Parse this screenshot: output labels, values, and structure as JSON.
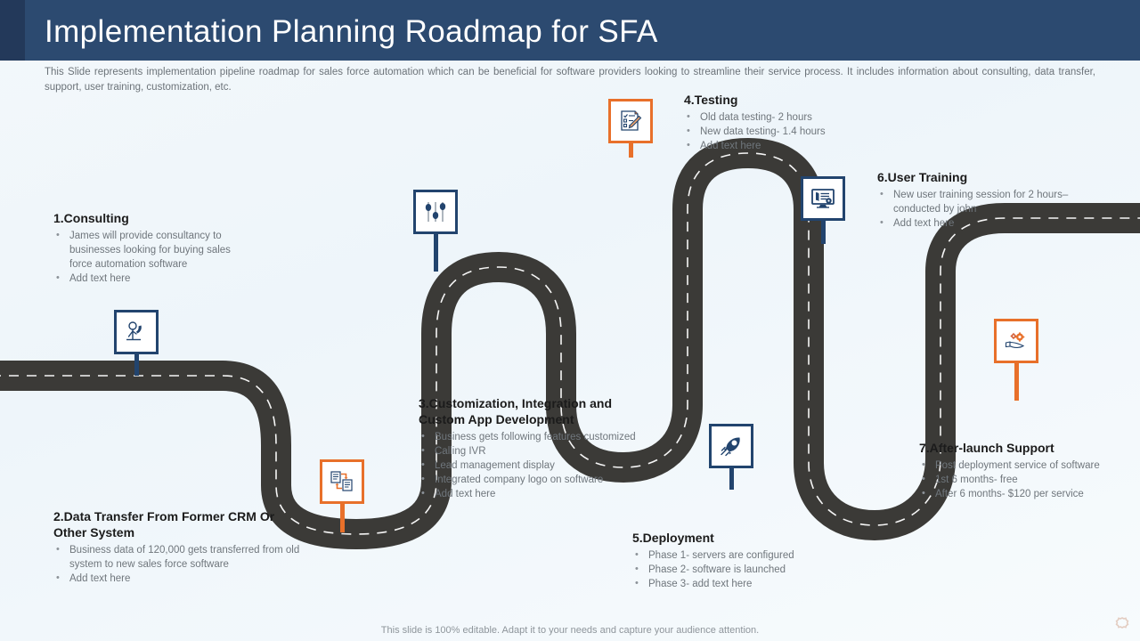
{
  "header": {
    "title": "Implementation Planning Roadmap for SFA",
    "subtitle": "This Slide represents implementation pipeline roadmap for sales force automation which can be beneficial for software providers looking to streamline their service process. It includes information about consulting, data transfer, support, user training, customization, etc."
  },
  "colors": {
    "header_band": "#2c4a70",
    "navy": "#22446e",
    "orange": "#e8702a",
    "road": "#3b3a37",
    "lane_line": "#ffffff",
    "body_text": "#6f767c",
    "title_text": "#1b1b1b",
    "background": "#f1f7fb"
  },
  "steps": [
    {
      "id": "consulting",
      "title": "1.Consulting",
      "icon": "person-phone-icon",
      "marker_color": "navy",
      "bullets": [
        "James will provide consultancy to businesses looking for buying sales force automation software",
        "Add text here"
      ]
    },
    {
      "id": "data-transfer",
      "title": "2.Data Transfer From Former CRM Or Other System",
      "icon": "document-transfer-icon",
      "marker_color": "orange",
      "bullets": [
        "Business data of 120,000 gets transferred from old system to new sales force software",
        "Add text here"
      ]
    },
    {
      "id": "customization",
      "title": "3.Customization, Integration and Custom App Development",
      "icon": "sliders-icon",
      "marker_color": "navy",
      "bullets": [
        "Business gets following features customized",
        "Calling IVR",
        "Lead management display",
        "Integrated company logo on software",
        "Add text here"
      ]
    },
    {
      "id": "testing",
      "title": "4.Testing",
      "icon": "checklist-pencil-icon",
      "marker_color": "orange",
      "bullets": [
        "Old data testing- 2 hours",
        "New data testing- 1.4 hours",
        "Add text here"
      ]
    },
    {
      "id": "deployment",
      "title": "5.Deployment",
      "icon": "rocket-icon",
      "marker_color": "navy",
      "bullets": [
        "Phase 1- servers are configured",
        "Phase 2- software is launched",
        "Phase 3- add text here"
      ]
    },
    {
      "id": "user-training",
      "title": "6.User Training",
      "icon": "monitor-training-icon",
      "marker_color": "navy",
      "bullets": [
        "New user training  session for 2 hours– conducted by john",
        "Add text here"
      ]
    },
    {
      "id": "after-launch-support",
      "title": "7.After-launch Support",
      "icon": "hand-gears-icon",
      "marker_color": "orange",
      "bullets": [
        "Post deployment service of software",
        "1st 6 months- free",
        "After 6 months- $120 per service"
      ]
    }
  ],
  "footer": {
    "note": "This slide is 100% editable. Adapt it to your  needs and capture your audience attention."
  }
}
